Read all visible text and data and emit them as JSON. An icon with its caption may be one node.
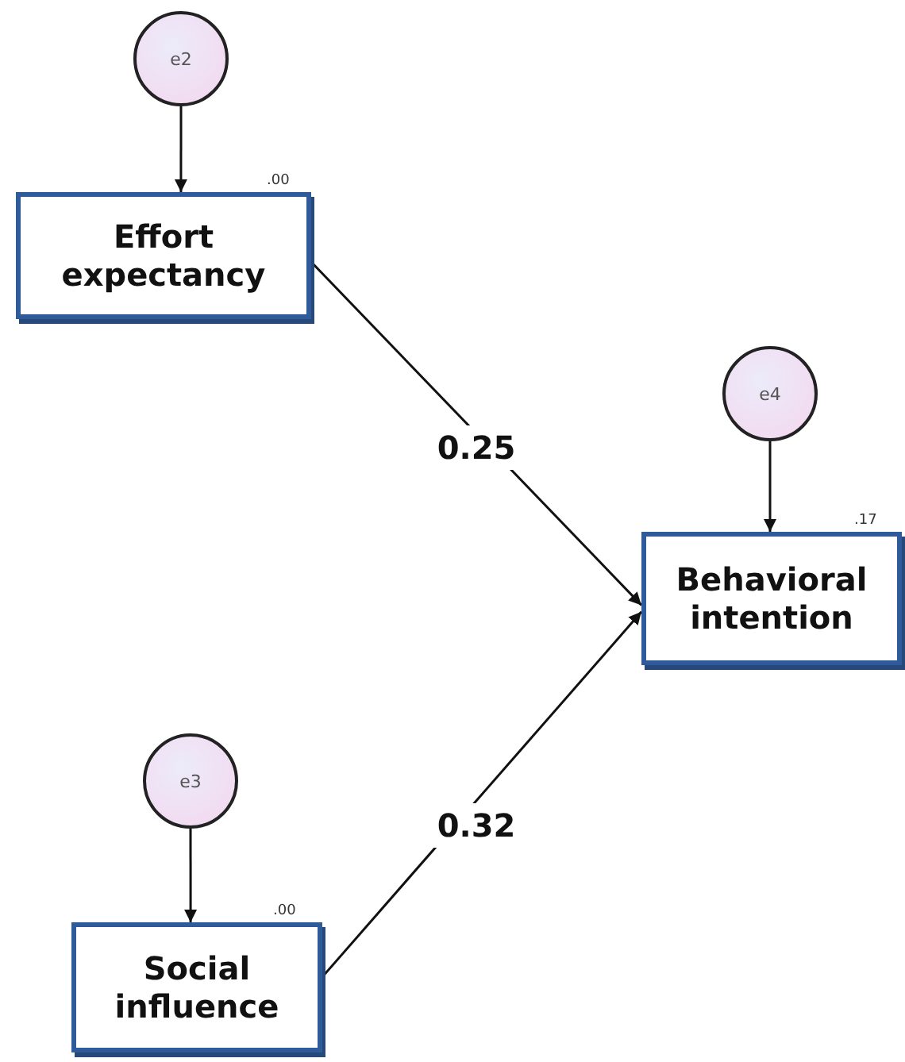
{
  "diagram": {
    "nodes": [
      {
        "text": [
          "e2"
        ]
      },
      {
        "text": [
          "Effort expectancy"
        ],
        "beside": [
          ".00"
        ]
      },
      {
        "text": [
          "e4"
        ]
      },
      {
        "text": [
          "Behavioral intention"
        ],
        "beside": [
          ".17"
        ]
      },
      {
        "text": [
          "e3"
        ]
      },
      {
        "text": [
          "Social influence"
        ],
        "beside": [
          ".00"
        ]
      }
    ],
    "edges": [
      {
        "from": 0,
        "to": 1,
        "arrow": "to"
      },
      {
        "from": 2,
        "to": 3,
        "arrow": "to"
      },
      {
        "from": 1,
        "to": 3,
        "arrow": "to",
        "label": "0.25"
      },
      {
        "from": 5,
        "to": 3,
        "arrow": "to",
        "label": "0.32"
      },
      {
        "from": 4,
        "to": 5,
        "arrow": "to"
      }
    ]
  }
}
